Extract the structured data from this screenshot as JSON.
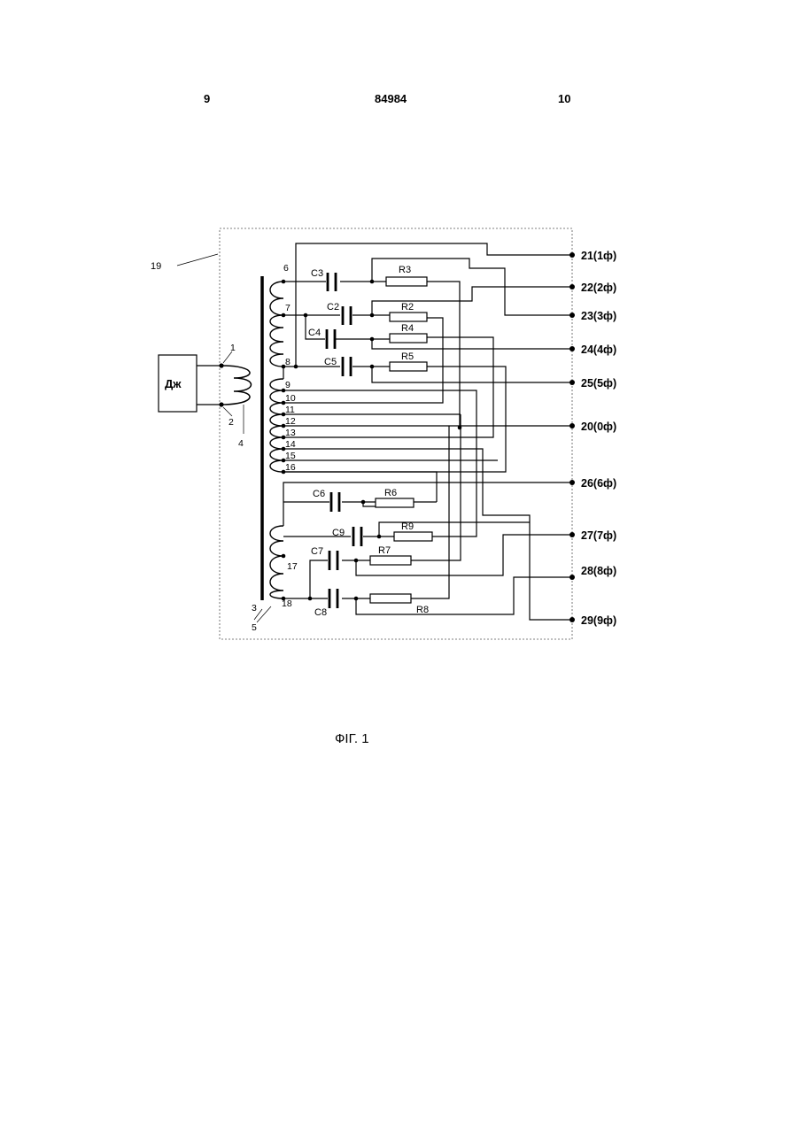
{
  "header": {
    "page_left": "9",
    "patent_number": "84984",
    "page_right": "10"
  },
  "caption": "ФІГ. 1",
  "diagram": {
    "source_label": "Дж",
    "ref_labels": {
      "box": "19",
      "primary_top": "1",
      "primary_bottom": "2",
      "core": "3",
      "primary_winding": "4",
      "secondary_winding": "5"
    },
    "taps": [
      "6",
      "7",
      "8",
      "9",
      "10",
      "11",
      "12",
      "13",
      "14",
      "15",
      "16",
      "17",
      "18"
    ],
    "capacitors": [
      "C3",
      "C2",
      "C4",
      "C5",
      "C6",
      "C9",
      "C7",
      "C8"
    ],
    "resistors": [
      "R3",
      "R2",
      "R4",
      "R5",
      "R6",
      "R9",
      "R7",
      "R8"
    ],
    "terminals": [
      "21(1ф)",
      "22(2ф)",
      "23(3ф)",
      "24(4ф)",
      "25(5ф)",
      "20(0ф)",
      "26(6ф)",
      "27(7ф)",
      "28(8ф)",
      "29(9ф)"
    ]
  }
}
